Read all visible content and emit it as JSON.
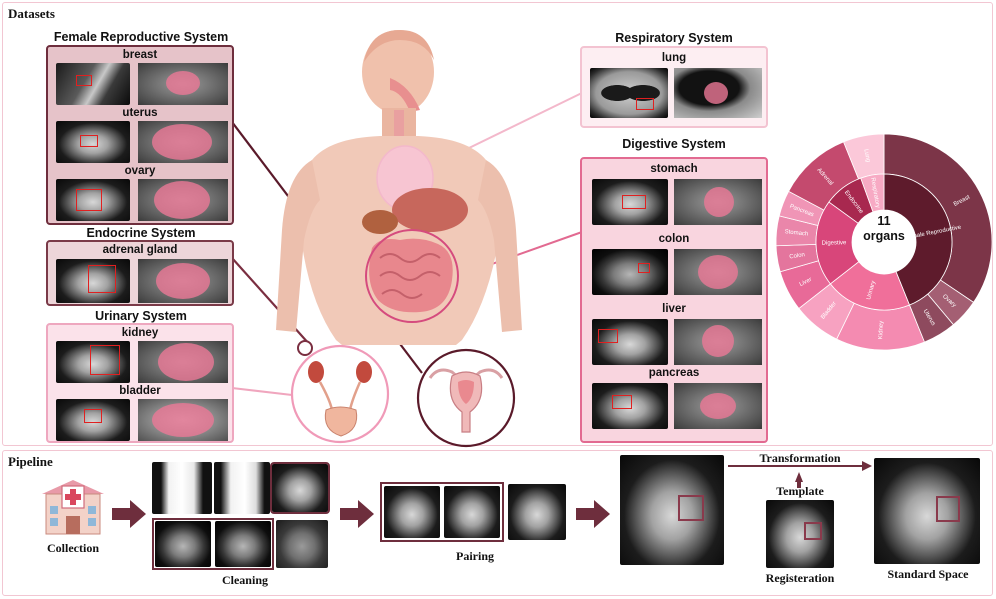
{
  "sections": {
    "datasets": "Datasets",
    "pipeline": "Pipeline"
  },
  "systems": {
    "female": "Female Reproductive System",
    "endocrine": "Endocrine System",
    "urinary": "Urinary System",
    "respiratory": "Respiratory System",
    "digestive": "Digestive System"
  },
  "organs": {
    "breast": "breast",
    "uterus": "uterus",
    "ovary": "ovary",
    "adrenal": "adrenal gland",
    "kidney": "kidney",
    "bladder": "bladder",
    "lung": "lung",
    "stomach": "stomach",
    "colon": "colon",
    "liver": "liver",
    "pancreas": "pancreas"
  },
  "donut": {
    "center_number": "11",
    "center_text": "organs",
    "inner": [
      {
        "label": "Female Reproductive",
        "color": "#5e1b2c"
      },
      {
        "label": "Urinary",
        "color": "#f06f9a"
      },
      {
        "label": "Digestive",
        "color": "#d8467a"
      },
      {
        "label": "Endocrine",
        "color": "#a8284f"
      },
      {
        "label": "Respiratory",
        "color": "#f7aac4"
      }
    ],
    "outer": [
      {
        "label": "Breast",
        "color": "#7c3548"
      },
      {
        "label": "Ovary",
        "color": "#a45f73"
      },
      {
        "label": "Uterus",
        "color": "#8e4a5e"
      },
      {
        "label": "Kidney",
        "color": "#f48bb1"
      },
      {
        "label": "Bladder",
        "color": "#f7a2c1"
      },
      {
        "label": "Liver",
        "color": "#e86a98"
      },
      {
        "label": "Colon",
        "color": "#e4759d"
      },
      {
        "label": "Stomach",
        "color": "#ea86aa"
      },
      {
        "label": "Pancreas",
        "color": "#f095b6"
      },
      {
        "label": "Adrenal",
        "color": "#c44a6e"
      },
      {
        "label": "Lung",
        "color": "#fbc8d9"
      }
    ]
  },
  "pipeline": {
    "collection": "Collection",
    "cleaning": "Cleaning",
    "pairing": "Pairing",
    "registration": "Registeration",
    "template": "Template",
    "transformation": "Transformation",
    "standard_space": "Standard Space"
  },
  "colors": {
    "maroon": "#6e2e3d",
    "pink": "#e26a91",
    "light_pink": "#f3c3d1"
  }
}
